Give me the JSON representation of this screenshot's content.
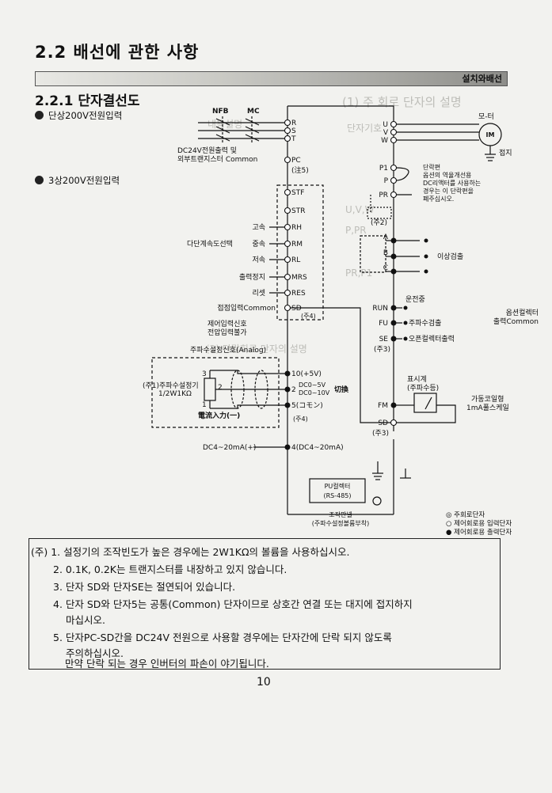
{
  "heading": "2.2 배선에 관한 사항",
  "header_bar_label": "설치와배선",
  "subheading": "2.2.1 단자결선도",
  "bullets": [
    "단상200V전원입력",
    "3상200V전원입력"
  ],
  "diagram": {
    "nfb": "NFB",
    "mc": "MC",
    "dc24_line1": "DC24V전원출력 및",
    "dc24_line2": "외부트랜지스터 Common",
    "note5": "(注5)",
    "multi_speed": "다단계속도선택",
    "input_labels": [
      "고속",
      "중속",
      "저속",
      "출력정지",
      "리셋"
    ],
    "common_in": "접점입력Common",
    "note4": "(주4)",
    "control_line1": "제어입력신호",
    "control_line2": "전압입력불가",
    "analog_title": "주파수설정신호(Analog)",
    "pot_line1": "(주1)주파수설정기",
    "pot_line2": "1/2W1KΩ",
    "pot_pins": [
      "3",
      "2",
      "1"
    ],
    "t10": "10(+5V)",
    "t2": "2",
    "t5": "5(コモン)",
    "range1": "DC0~5V",
    "range2": "DC0~10V",
    "switch": "切換",
    "current_in": "電流入力(一)",
    "note4b": "(주4)",
    "t4_left": "DC4~20mA(+)",
    "t4": "4(DC4~20mA)",
    "pu_line1": "PU컬렉터",
    "pu_line2": "(RS-485)",
    "panel_line1": "조작판넬",
    "panel_line2": "(주파수설정볼륨부착)",
    "terminals_left": [
      "R",
      "S",
      "T",
      "PC",
      "STF",
      "STR",
      "RH",
      "RM",
      "RL",
      "MRS",
      "RES",
      "SD",
      "10",
      "2",
      "5",
      "4"
    ],
    "terminals_right": [
      "U",
      "V",
      "W",
      "P1",
      "P",
      "PR",
      "A",
      "B",
      "C",
      "RUN",
      "FU",
      "SE",
      "FM",
      "SD"
    ],
    "motor": "모-터",
    "im": "IM",
    "ground": "접지",
    "dcl_lines": [
      "단락편",
      "옵션의 역율개선용",
      "DC리액터를 사용하는",
      "경우는 이 단락편을",
      "폐주십시오."
    ],
    "note2": "(주2)",
    "fault": "이상검출",
    "running": "운전중",
    "freq_detect": "주파수검출",
    "open_collector": "오픈컬렉터출력",
    "note3a": "(주3)",
    "option_common_1": "옵션컬렉터",
    "option_common_2": "출력Common",
    "display_1": "표시계",
    "display_2": "(주파수등)",
    "meter_1": "가동코일형",
    "meter_2": "1mA풀스케일",
    "note3b": "(주3)",
    "legend": [
      "◎ 주회로단자",
      "○ 제어회로용 입력단자",
      "● 제어회로용 출력단자"
    ]
  },
  "notes": [
    "(주) 1. 설정기의 조작빈도가 높은 경우에는 2W1KΩ의 볼륨을 사용하십시오.",
    "2. 0.1K, 0.2K는 트랜지스터를 내장하고 있지 않습니다.",
    "3. 단자 SD와 단자SE는 절연되어 있습니다.",
    "4. 단자 SD와 단자5는 공통(Common) 단자이므로 상호간 연결 또는 대지에 접지하지",
    "마십시오.",
    "5. 단자PC-SD간을 DC24V 전원으로 사용할 경우에는 단자간에 단락 되지 않도록",
    "주의하십시오.",
    "만약 단락 되는 경우 인버터의 파손이 야기됩니다."
  ],
  "page_number": "10",
  "bleed_through": [
    "(1) 주 회로 단자의 설명",
    "단자기호",
    "내용설명",
    "U,V,W",
    "P,PR",
    "PR,P1",
    "(2) 단말회로 단자의 설명"
  ]
}
